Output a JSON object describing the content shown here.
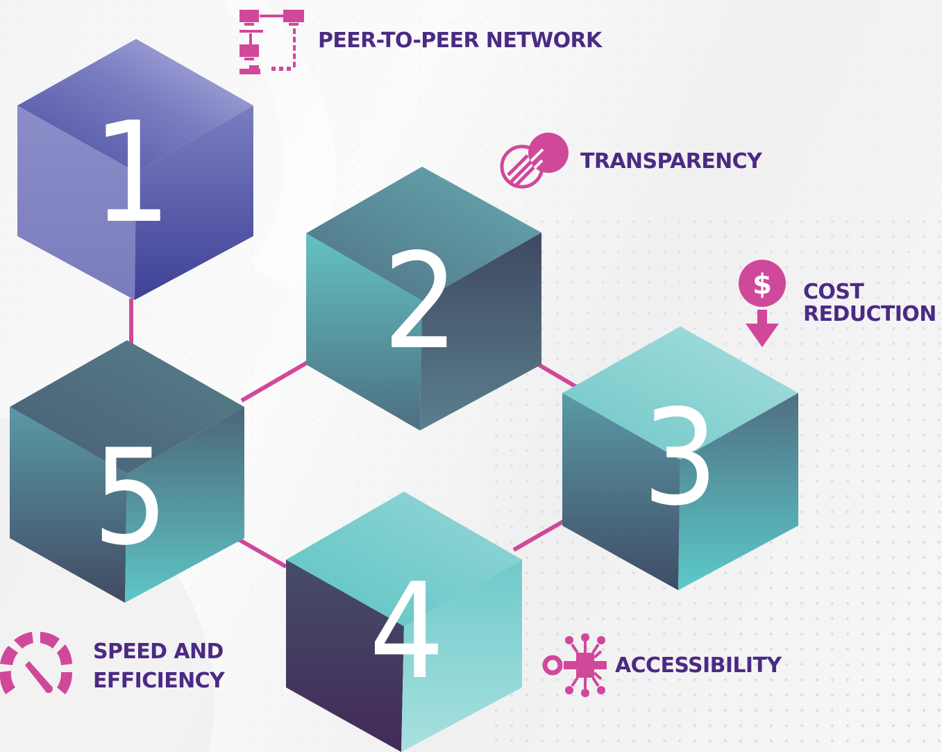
{
  "colors": {
    "accent": "#d0489a",
    "label": "#4b2a84",
    "cube_purple": "#6b6bb4",
    "cube_teal": "#5fbfbf",
    "cube_slate": "#4a5a72",
    "number": "#ffffff"
  },
  "blocks": [
    {
      "number": "1",
      "label_lines": [
        "PEER-TO-PEER NETWORK"
      ],
      "icon": "network-icon"
    },
    {
      "number": "2",
      "label_lines": [
        "TRANSPARENCY"
      ],
      "icon": "transparency-icon"
    },
    {
      "number": "3",
      "label_lines": [
        "COST",
        "REDUCTION"
      ],
      "icon": "cost-reduction-icon"
    },
    {
      "number": "4",
      "label_lines": [
        "ACCESSIBILITY"
      ],
      "icon": "accessibility-icon"
    },
    {
      "number": "5",
      "label_lines": [
        "SPEED AND",
        "EFFICIENCY"
      ],
      "icon": "speedometer-icon"
    }
  ],
  "icons": {
    "cost_symbol": "$"
  }
}
